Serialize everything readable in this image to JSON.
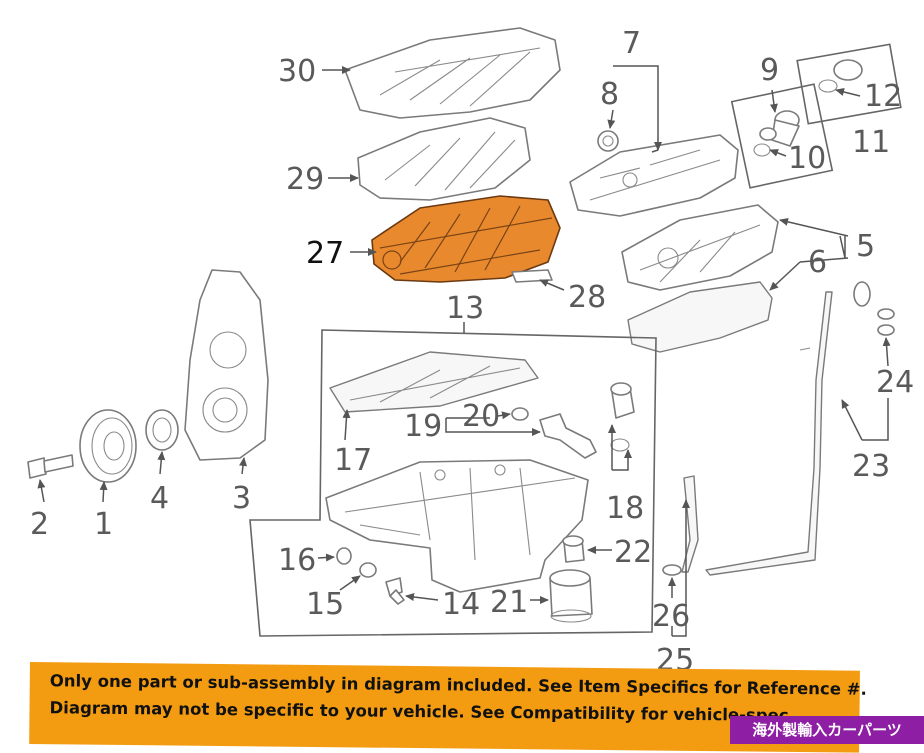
{
  "diagram": {
    "callouts": {
      "c1": "1",
      "c2": "2",
      "c3": "3",
      "c4": "4",
      "c5": "5",
      "c6": "6",
      "c7": "7",
      "c8": "8",
      "c9": "9",
      "c10": "10",
      "c11": "11",
      "c12": "12",
      "c13": "13",
      "c14": "14",
      "c15": "15",
      "c16": "16",
      "c17": "17",
      "c18": "18",
      "c19": "19",
      "c20": "20",
      "c21": "21",
      "c22": "22",
      "c23": "23",
      "c24": "24",
      "c25": "25",
      "c26": "26",
      "c27": "27",
      "c28": "28",
      "c29": "29",
      "c30": "30"
    },
    "highlighted_part": "27",
    "colors": {
      "highlight": "#e8892e",
      "banner": "#f39c12",
      "stamp": "#8e1ea3"
    }
  },
  "banner": {
    "line1": "Only one part or sub-assembly in diagram included. See Item Specifics for Reference #.",
    "line2": "Diagram may not be specific to your vehicle. See Compatibility for vehicle-spec"
  },
  "stamp": {
    "text": "海外製輸入カーパーツ"
  }
}
